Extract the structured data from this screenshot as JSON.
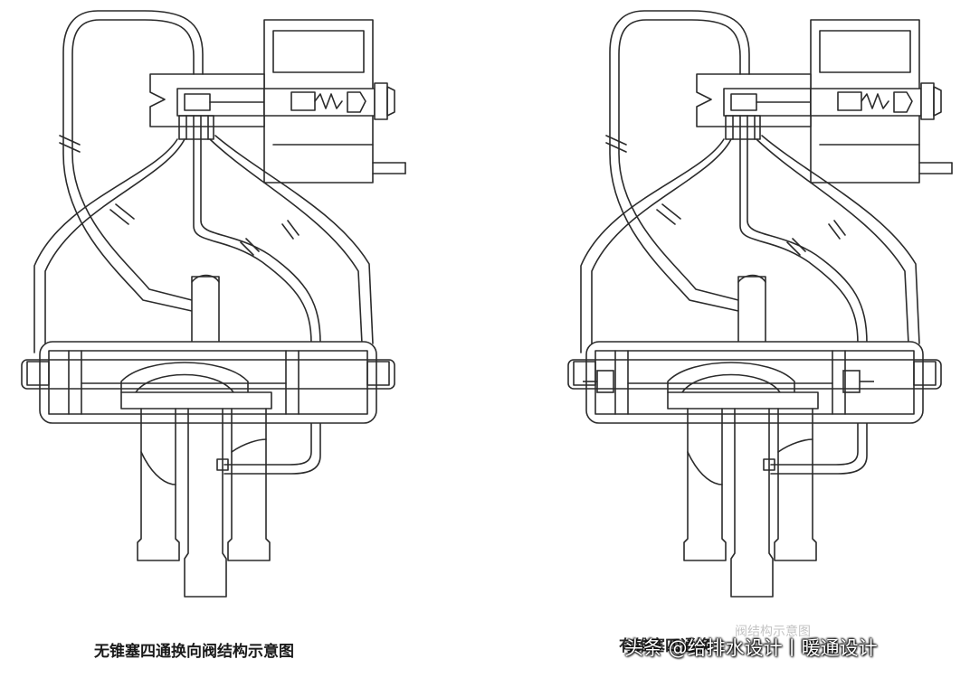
{
  "diagrams": [
    {
      "name": "pistonless-valve",
      "caption": "无锥塞四通换向阀结构示意图"
    },
    {
      "name": "piston-valve",
      "caption": "有锥塞四通换",
      "caption_faded": "阀结构示意图"
    }
  ],
  "watermark": "头条 @给排水设计丨暖通设计",
  "colors": {
    "line": "#2b2b2b",
    "background": "#ffffff"
  }
}
